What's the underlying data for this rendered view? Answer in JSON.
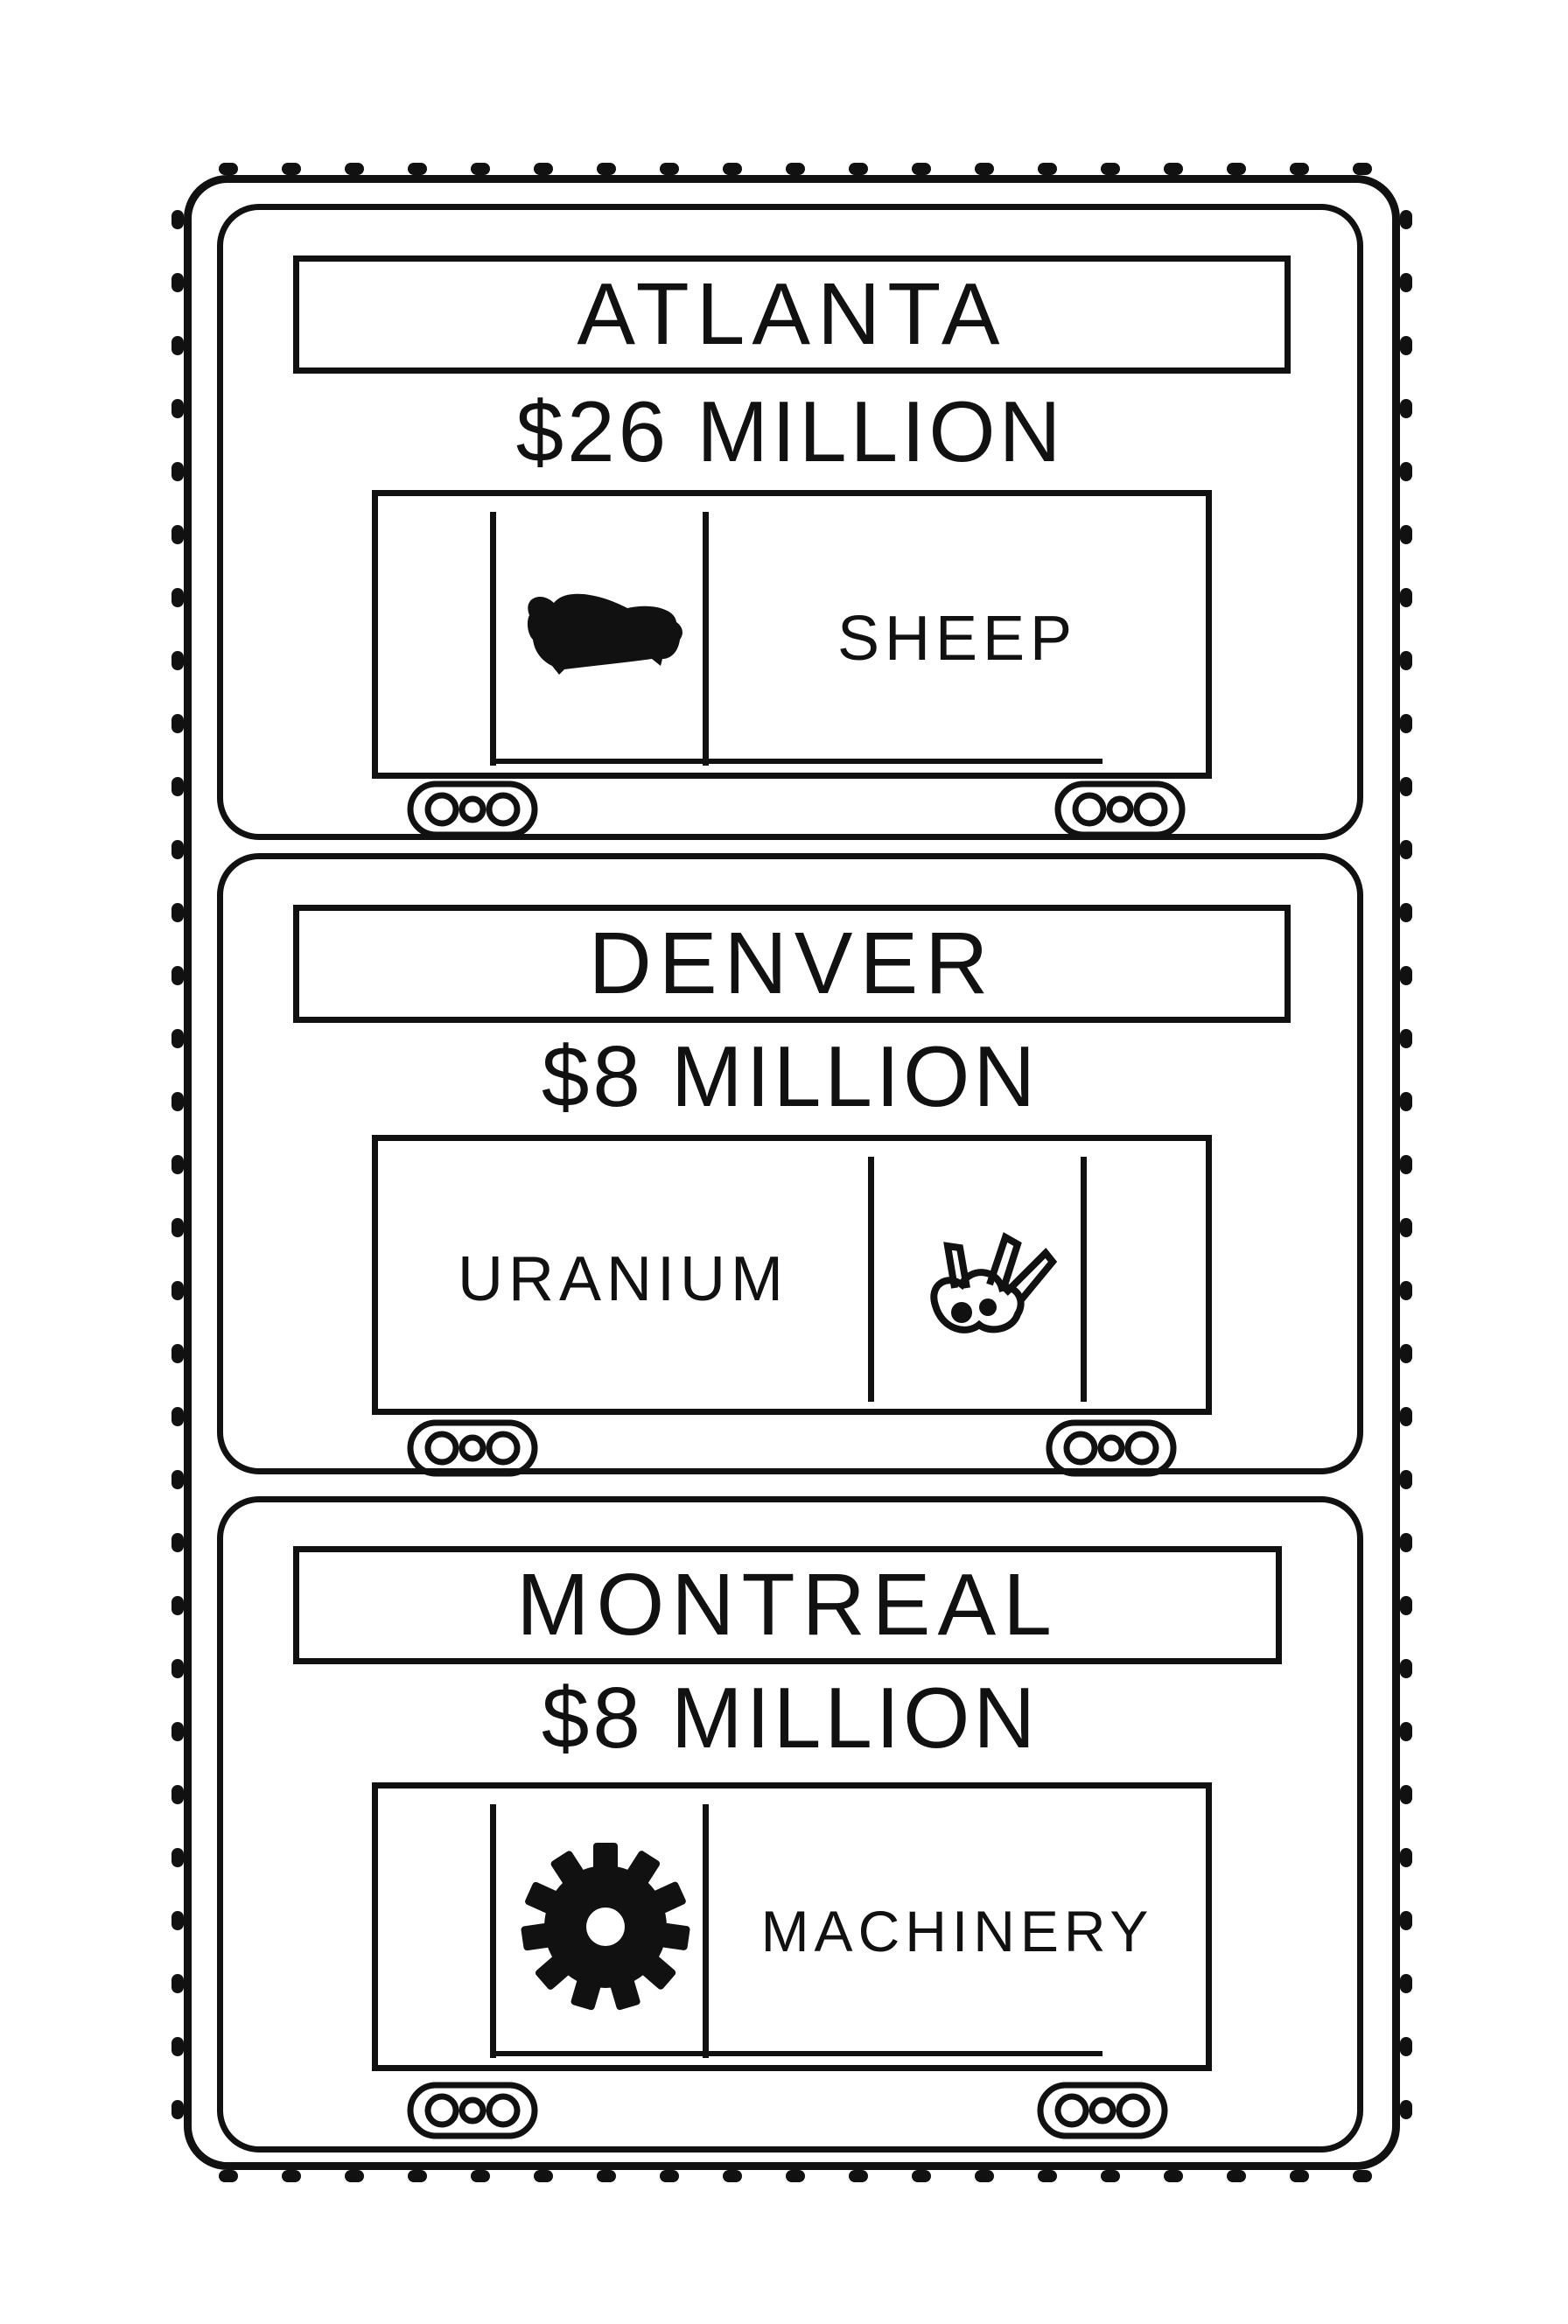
{
  "cards": [
    {
      "city": "ATLANTA",
      "amount": "$26 MILLION",
      "goods": "SHEEP",
      "icon": "sheep-icon"
    },
    {
      "city": "DENVER",
      "amount": "$8 MILLION",
      "goods": "URANIUM",
      "icon": "uranium-ore-icon"
    },
    {
      "city": "MONTREAL",
      "amount": "$8 MILLION",
      "goods": "MACHINERY",
      "icon": "gear-icon"
    }
  ]
}
